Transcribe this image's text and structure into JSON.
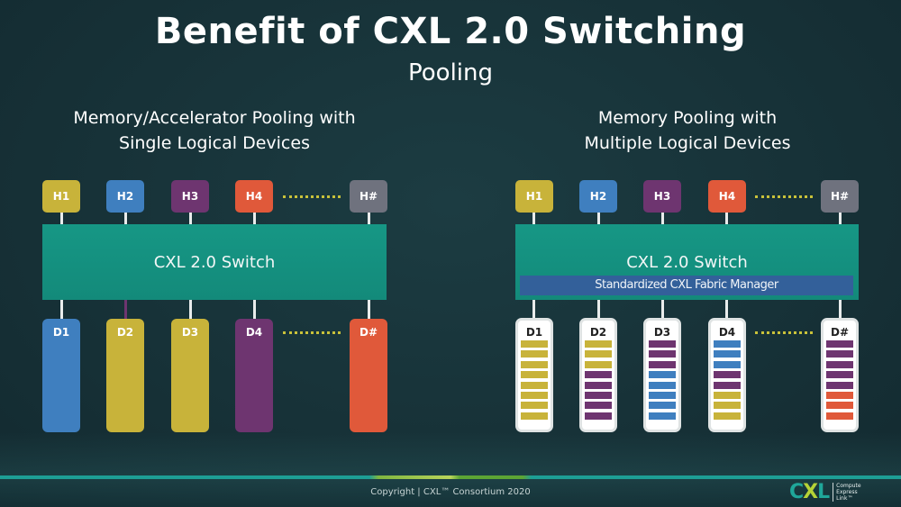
{
  "header": {
    "title": "Benefit of CXL 2.0 Switching",
    "subtitle": "Pooling"
  },
  "colors": {
    "yellow": "#c8b33a",
    "blue": "#3f7fbf",
    "purple": "#6e3570",
    "orange": "#e0593a",
    "gray": "#6f727e",
    "switch_teal": "#169785",
    "fabric_manager_blue": "#33609a",
    "dots": "#c9c23a"
  },
  "left_diagram": {
    "title_line1": "Memory/Accelerator Pooling with",
    "title_line2": "Single Logical Devices",
    "hosts": [
      {
        "label": "H1",
        "color": "#c8b33a"
      },
      {
        "label": "H2",
        "color": "#3f7fbf"
      },
      {
        "label": "H3",
        "color": "#6e3570"
      },
      {
        "label": "H4",
        "color": "#e0593a"
      },
      {
        "label": "H#",
        "color": "#6f727e"
      }
    ],
    "switch_label": "CXL 2.0 Switch",
    "devices": [
      {
        "label": "D1",
        "color": "#3f7fbf",
        "owner": "H2"
      },
      {
        "label": "D2",
        "color": "#c8b33a",
        "owner": "H1"
      },
      {
        "label": "D3",
        "color": "#c8b33a",
        "owner": "H1"
      },
      {
        "label": "D4",
        "color": "#6e3570",
        "owner": "H3"
      },
      {
        "label": "D#",
        "color": "#e0593a",
        "owner": "H4"
      }
    ]
  },
  "right_diagram": {
    "title_line1": "Memory Pooling with",
    "title_line2": "Multiple Logical Devices",
    "hosts": [
      {
        "label": "H1",
        "color": "#c8b33a"
      },
      {
        "label": "H2",
        "color": "#3f7fbf"
      },
      {
        "label": "H3",
        "color": "#6e3570"
      },
      {
        "label": "H4",
        "color": "#e0593a"
      },
      {
        "label": "H#",
        "color": "#6f727e"
      }
    ],
    "switch_label": "CXL 2.0 Switch",
    "fabric_manager_label": "Standardized CXL Fabric Manager",
    "devices": [
      {
        "label": "D1",
        "stripes": [
          "yellow",
          "yellow",
          "yellow",
          "yellow",
          "yellow",
          "yellow",
          "yellow",
          "yellow"
        ]
      },
      {
        "label": "D2",
        "stripes": [
          "yellow",
          "yellow",
          "yellow",
          "purple",
          "purple",
          "purple",
          "purple",
          "purple"
        ]
      },
      {
        "label": "D3",
        "stripes": [
          "purple",
          "purple",
          "purple",
          "blue",
          "blue",
          "blue",
          "blue",
          "blue"
        ]
      },
      {
        "label": "D4",
        "stripes": [
          "blue",
          "blue",
          "blue",
          "purple",
          "purple",
          "yellow",
          "yellow",
          "yellow"
        ]
      },
      {
        "label": "D#",
        "stripes": [
          "purple",
          "purple",
          "purple",
          "purple",
          "purple",
          "orange",
          "orange",
          "orange"
        ]
      }
    ]
  },
  "footer": {
    "copyright": "Copyright |  CXL™ Consortium 2020",
    "logo_text": "CXL",
    "logo_tagline_1": "Compute",
    "logo_tagline_2": "Express",
    "logo_tagline_3": "Link™"
  }
}
